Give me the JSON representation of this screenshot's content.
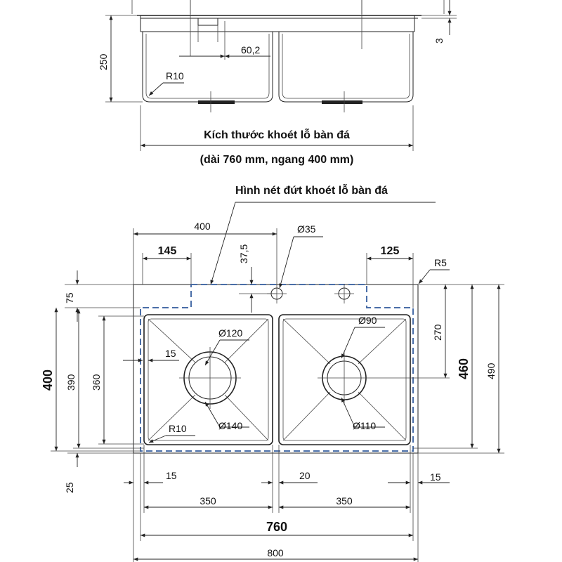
{
  "top_view": {
    "label_250": "250",
    "label_3": "3",
    "label_60_2": "60,2",
    "label_r10": "R10",
    "caption_line1": "Kích thước khoét lỗ bàn đá",
    "caption_line2": "(dài 760 mm, ngang 400 mm)"
  },
  "plan_view": {
    "dashed_title": "Hình nét đứt khoét lỗ bàn đá",
    "dim_400_top": "400",
    "dim_37_5": "37,5",
    "dim_d35": "Ø35",
    "dim_145": "145",
    "dim_125": "125",
    "dim_r5": "R5",
    "dim_75": "75",
    "dim_400_left": "400",
    "dim_390": "390",
    "dim_360": "360",
    "dim_15_inner": "15",
    "dim_d120": "Ø120",
    "dim_d140": "Ø140",
    "dim_r10": "R10",
    "dim_d90": "Ø90",
    "dim_d110": "Ø110",
    "dim_270": "270",
    "dim_460": "460",
    "dim_490": "490",
    "dim_25": "25",
    "dim_15_left": "15",
    "dim_20": "20",
    "dim_15_right": "15",
    "dim_350_left": "350",
    "dim_350_right": "350",
    "dim_760": "760",
    "dim_800": "800"
  }
}
